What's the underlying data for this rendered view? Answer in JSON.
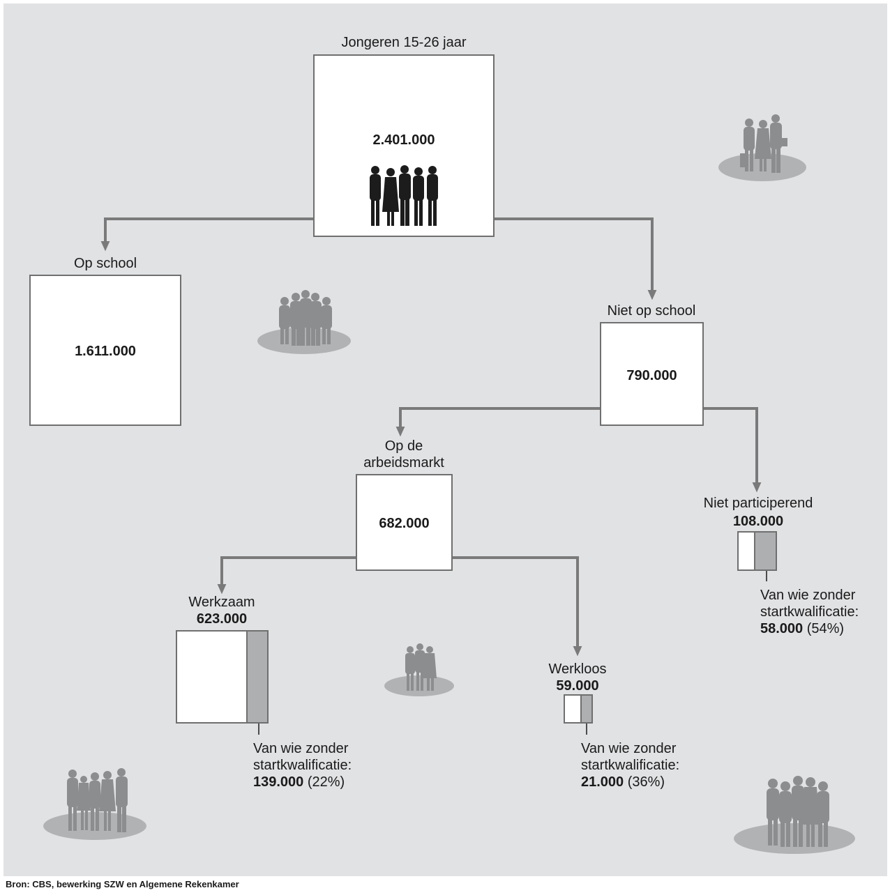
{
  "diagram": {
    "root": {
      "title": "Jongeren 15-26 jaar",
      "value": "2.401.000"
    },
    "op_school": {
      "title": "Op school",
      "value": "1.611.000"
    },
    "niet_op_school": {
      "title": "Niet op school",
      "value": "790.000"
    },
    "arbeidsmarkt": {
      "title_line1": "Op de",
      "title_line2": "arbeidsmarkt",
      "value": "682.000"
    },
    "niet_participerend": {
      "title": "Niet participerend",
      "value": "108.000",
      "note_line1": "Van wie zonder",
      "note_line2": "startkwalificatie:",
      "note_value": "58.000",
      "note_pct": "(54%)",
      "share": 0.54
    },
    "werkzaam": {
      "title": "Werkzaam",
      "value": "623.000",
      "note_line1": "Van wie zonder",
      "note_line2": "startkwalificatie:",
      "note_value": "139.000",
      "note_pct": "(22%)",
      "share": 0.22
    },
    "werkloos": {
      "title": "Werkloos",
      "value": "59.000",
      "note_line1": "Van wie zonder",
      "note_line2": "startkwalificatie:",
      "note_value": "21.000",
      "note_pct": "(36%)",
      "share": 0.36
    }
  },
  "source": "Bron: CBS, bewerking SZW en Algemene Rekenkamer",
  "colors": {
    "background": "#e1e2e4",
    "box": "#ffffff",
    "box_border": "#6f6f6f",
    "connector": "#7a7a7a",
    "share_fill": "#adafb1",
    "silhouette_dark": "#1c1c1c",
    "silhouette_grey": "#8c8d8f",
    "ellipse": "#b1b2b4"
  }
}
